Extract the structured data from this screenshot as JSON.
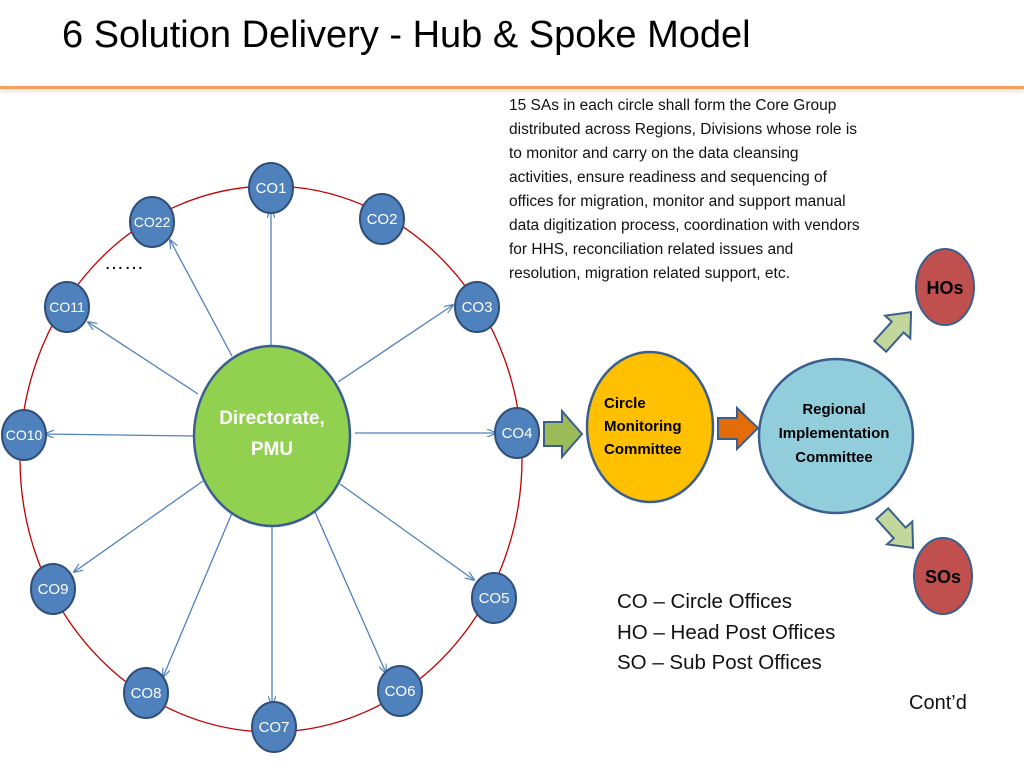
{
  "title": "6 Solution Delivery - Hub & Spoke Model",
  "hub": {
    "label_line1": "Directorate,",
    "label_line2": "PMU",
    "fill": "#92d050"
  },
  "circle_offices": [
    "CO1",
    "CO2",
    "CO3",
    "CO4",
    "CO5",
    "CO6",
    "CO7",
    "CO8",
    "CO9",
    "CO10",
    "CO11",
    "CO22"
  ],
  "ellipsis": "……",
  "description": "15 SAs in each circle shall form the Core Group distributed across Regions, Divisions whose role is to monitor and carry on the data cleansing activities, ensure readiness and sequencing of offices for migration, monitor and support manual data digitization process, coordination with vendors for HHS, reconciliation related issues and resolution, migration related support, etc.",
  "circle_monitoring": {
    "line1": "Circle",
    "line2": "Monitoring",
    "line3": "Committee",
    "fill": "#ffc000"
  },
  "regional": {
    "line1": "Regional",
    "line2": "Implementation",
    "line3": "Committee",
    "fill": "#92cddc"
  },
  "hos": {
    "label": "HOs",
    "fill": "#c0504d"
  },
  "sos": {
    "label": "SOs",
    "fill": "#c0504d"
  },
  "legend": {
    "co": "CO – Circle Offices",
    "ho": "HO – Head Post Offices",
    "so": "SO – Sub Post Offices"
  },
  "contd": "Cont’d",
  "colors": {
    "co_node": "#4f81bd",
    "ring": "#c00000",
    "spoke": "#4f81bd",
    "accent_rule": "#f79646"
  }
}
